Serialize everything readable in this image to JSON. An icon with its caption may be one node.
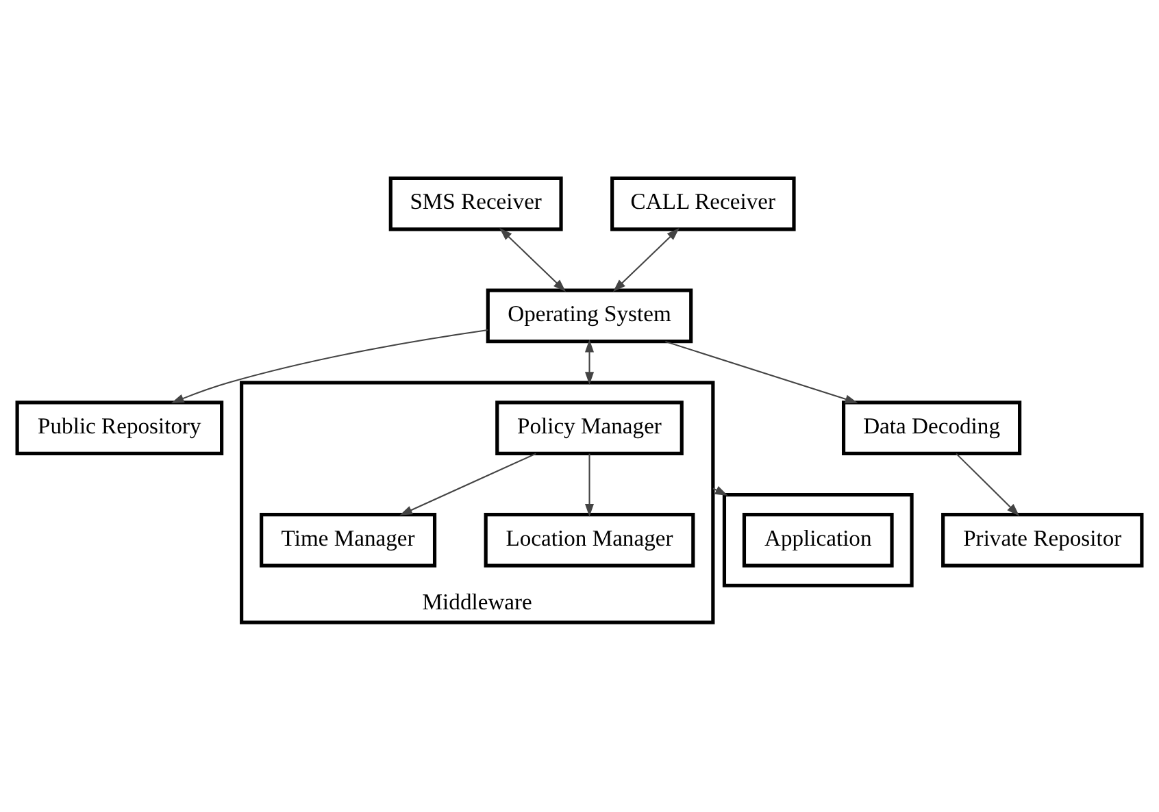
{
  "diagram": {
    "nodes": [
      {
        "text": [
          "SMS Receiver"
        ]
      },
      {
        "text": [
          "CALL Receiver"
        ]
      },
      {
        "text": [],
        "shape": "box"
      },
      {
        "text": [
          "Application"
        ],
        "in": 2
      },
      {
        "text": [
          "Public Repository"
        ]
      },
      {
        "text": [
          "Operating System"
        ]
      },
      {
        "text": [
          "Middleware"
        ]
      },
      {
        "text": [
          "Policy Manager"
        ],
        "in": 6
      },
      {
        "text": [
          "Data Decoding"
        ]
      },
      {
        "text": [
          "Time Manager"
        ],
        "in": 6
      },
      {
        "text": [
          "Location Manager"
        ],
        "in": 6
      },
      {
        "text": [
          "Private Repositor"
        ]
      }
    ],
    "edges": [
      {
        "from": 0,
        "to": 5,
        "arrow": "both"
      },
      {
        "from": 1,
        "to": 5,
        "arrow": "both"
      },
      {
        "from": 5,
        "to": 4,
        "arrow": "to"
      },
      {
        "from": 5,
        "to": 6,
        "arrow": "both"
      },
      {
        "from": 6,
        "to": 2,
        "arrow": "to"
      },
      {
        "from": 5,
        "to": 8,
        "arrow": "to"
      },
      {
        "from": 8,
        "to": 11,
        "arrow": "to"
      },
      {
        "from": 7,
        "to": 9,
        "arrow": "to"
      },
      {
        "from": 7,
        "to": 10,
        "arrow": "to"
      }
    ]
  }
}
